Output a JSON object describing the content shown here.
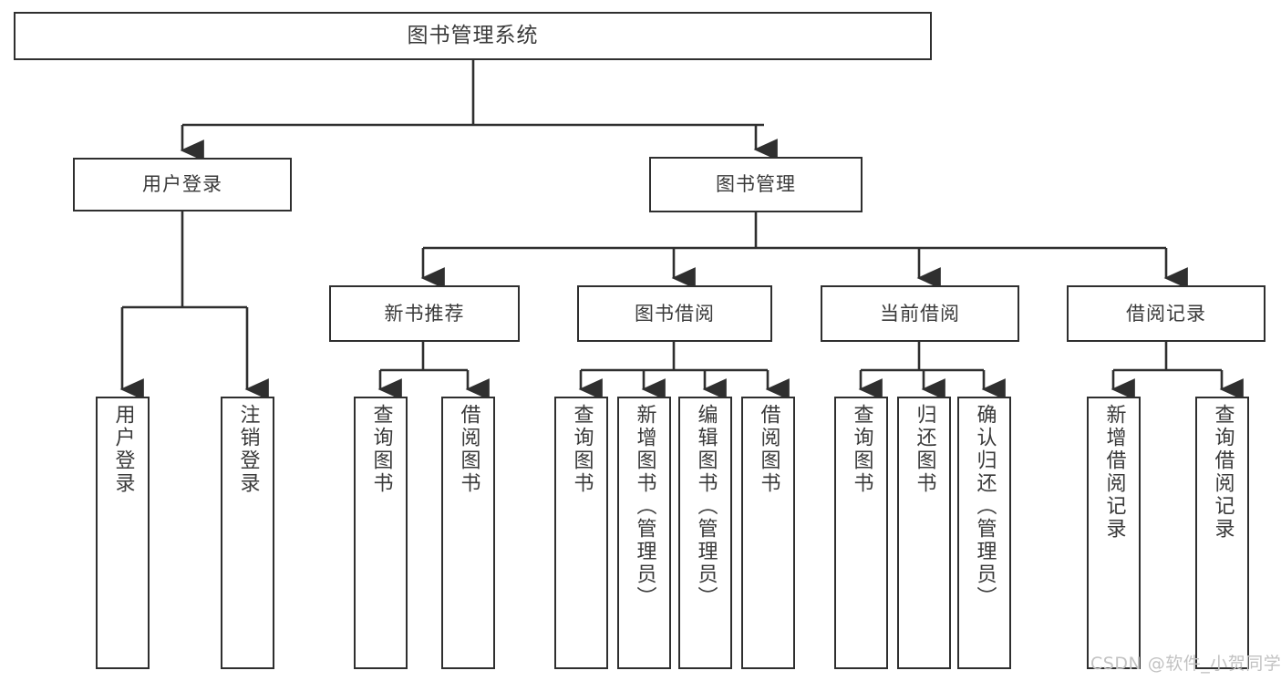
{
  "diagram": {
    "type": "tree",
    "title": "图书管理系统",
    "colors": {
      "stroke": "#2f2f2f",
      "text": "#3a3a3a",
      "background": "#ffffff",
      "watermark": "#c2c2c2"
    },
    "root": {
      "label": "图书管理系统"
    },
    "level2": [
      {
        "label": "用户登录"
      },
      {
        "label": "图书管理"
      }
    ],
    "level3": [
      {
        "label": "新书推荐"
      },
      {
        "label": "图书借阅"
      },
      {
        "label": "当前借阅"
      },
      {
        "label": "借阅记录"
      }
    ],
    "leaves": {
      "user_login": [
        {
          "label": "用户登录"
        },
        {
          "label": "注销登录"
        }
      ],
      "new_book_recommend": [
        {
          "label": "查询图书"
        },
        {
          "label": "借阅图书"
        }
      ],
      "book_borrow": [
        {
          "label": "查询图书"
        },
        {
          "label": "新增图书（管理员）"
        },
        {
          "label": "编辑图书（管理员）"
        },
        {
          "label": "借阅图书"
        }
      ],
      "current_borrow": [
        {
          "label": "查询图书"
        },
        {
          "label": "归还图书"
        },
        {
          "label": "确认归还（管理员）"
        }
      ],
      "borrow_record": [
        {
          "label": "新增借阅记录"
        },
        {
          "label": "查询借阅记录"
        }
      ]
    }
  },
  "watermark": {
    "text": "CSDN @软件_小贺同学"
  }
}
